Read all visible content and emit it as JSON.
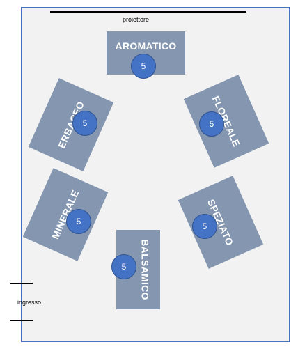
{
  "projector_label": "proiettore",
  "entrance_label": "ingresso",
  "tables": [
    {
      "name": "AROMATICO",
      "seats": "5"
    },
    {
      "name": "ERBACEO",
      "seats": "5"
    },
    {
      "name": "FLOREALE",
      "seats": "5"
    },
    {
      "name": "MINERALE",
      "seats": "5"
    },
    {
      "name": "SPEZIATO",
      "seats": "5"
    },
    {
      "name": "BALSAMICO",
      "seats": "5"
    }
  ],
  "colors": {
    "table": "#8496b0",
    "seat": "#4472c4",
    "room_border": "#4a70c0"
  }
}
